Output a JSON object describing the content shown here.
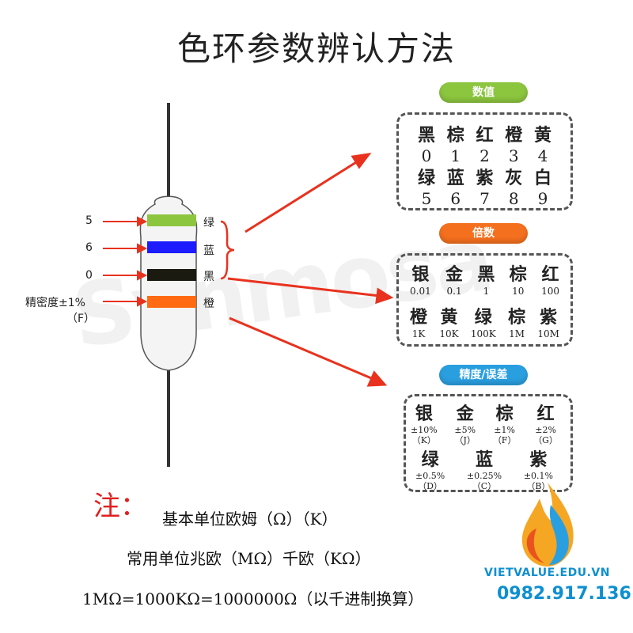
{
  "title": "色环参数辨认方法",
  "resistor": {
    "bands": [
      {
        "value": "5",
        "color_name": "绿",
        "color": "#8cc63f"
      },
      {
        "value": "6",
        "color_name": "蓝",
        "color": "#1c1cff"
      },
      {
        "value": "0",
        "color_name": "黑",
        "color": "#1a1a10"
      },
      {
        "value": "精密度±1%",
        "value_sub": "（F）",
        "color_name": "橙",
        "color": "#ff6a13"
      }
    ],
    "body_color": "#f4f4f4",
    "arrow_color": "#e8321e"
  },
  "digits": {
    "header": "数值",
    "header_color": "#8cc63f",
    "row1": [
      {
        "name": "黑",
        "value": "0"
      },
      {
        "name": "棕",
        "value": "1"
      },
      {
        "name": "红",
        "value": "2"
      },
      {
        "name": "橙",
        "value": "3"
      },
      {
        "name": "黄",
        "value": "4"
      }
    ],
    "row2": [
      {
        "name": "绿",
        "value": "5"
      },
      {
        "name": "蓝",
        "value": "6"
      },
      {
        "name": "紫",
        "value": "7"
      },
      {
        "name": "灰",
        "value": "8"
      },
      {
        "name": "白",
        "value": "9"
      }
    ]
  },
  "multiplier": {
    "header": "倍数",
    "header_color": "#f5701e",
    "row1": [
      {
        "name": "银",
        "value": "0.01"
      },
      {
        "name": "金",
        "value": "0.1"
      },
      {
        "name": "黑",
        "value": "1"
      },
      {
        "name": "棕",
        "value": "10"
      },
      {
        "name": "红",
        "value": "100"
      }
    ],
    "row2": [
      {
        "name": "橙",
        "value": "1K"
      },
      {
        "name": "黄",
        "value": "10K"
      },
      {
        "name": "绿",
        "value": "100K"
      },
      {
        "name": "棕",
        "value": "1M"
      },
      {
        "name": "紫",
        "value": "10M"
      }
    ]
  },
  "tolerance": {
    "header": "精度/误差",
    "header_color": "#2a9fe0",
    "row1": [
      {
        "name": "银",
        "value": "±10%",
        "code": "（K）"
      },
      {
        "name": "金",
        "value": "±5%",
        "code": "（J）"
      },
      {
        "name": "棕",
        "value": "±1%",
        "code": "（F）"
      },
      {
        "name": "红",
        "value": "±2%",
        "code": "（G）"
      }
    ],
    "row2": [
      {
        "name": "绿",
        "value": "±0.5%",
        "code": "（D）"
      },
      {
        "name": "蓝",
        "value": "±0.25%",
        "code": "（C）"
      },
      {
        "name": "紫",
        "value": "±0.1%",
        "code": "（B）"
      }
    ]
  },
  "notes": {
    "mark": "注：",
    "line1": "基本单位欧姆（Ω）（K）",
    "line2": "常用单位兆欧（MΩ）千欧（KΩ）",
    "line3": "1MΩ=1000KΩ=1000000Ω（以千进制换算）"
  },
  "branding": {
    "site": "VIETVALUE.EDU.VN",
    "phone": "0982.917.136",
    "watermark": "Synmosa"
  }
}
